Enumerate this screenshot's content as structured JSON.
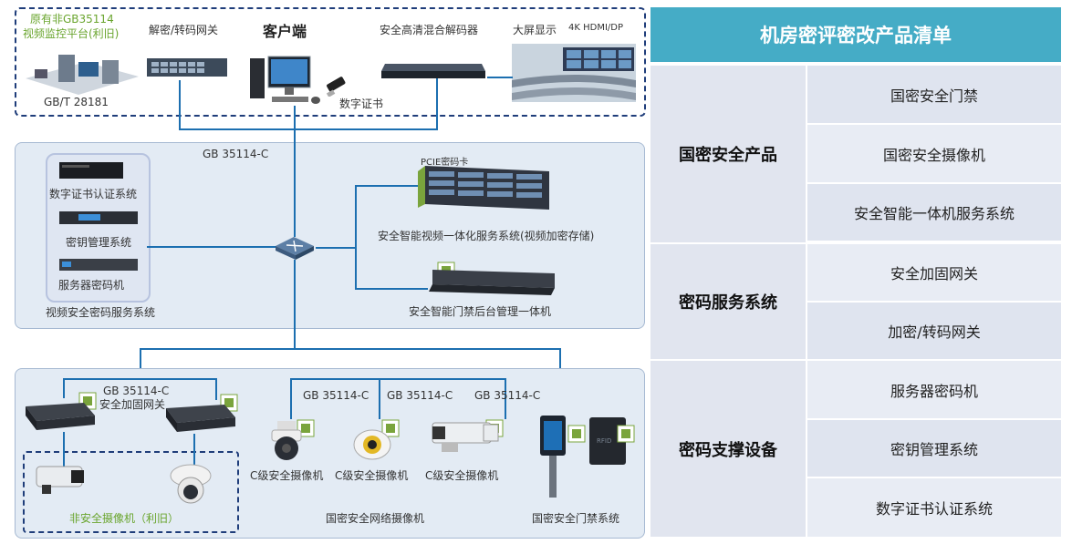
{
  "title": "机房密评密改产品清单",
  "colors": {
    "header": "#45acc6",
    "line": "#1c6fb0",
    "green": "#6aa52e"
  },
  "top": {
    "legacy_platform": [
      "原有非GB35114",
      "视频监控平台(利旧)"
    ],
    "gb28181": "GB/T 28181",
    "gateway": "解密/转码网关",
    "client": "客户端",
    "digital_cert": "数字证书",
    "decoder": "安全高清混合解码器",
    "bigscreen": "大屏显示",
    "hdmi": "4K HDMI/DP"
  },
  "middle": {
    "protocol": "GB 35114-C",
    "cert_system": "数字证书认证系统",
    "key_mgmt": "密钥管理系统",
    "server_crypto": "服务器密码机",
    "crypto_service": "视频安全密码服务系统",
    "pcie": "PCIE密码卡",
    "video_server": "安全智能视频一体化服务系统(视频加密存储)",
    "door_server": "安全智能门禁后台管理一体机"
  },
  "bottom": {
    "gateway_proto": "GB 35114-C",
    "gateway_label": "安全加固网关",
    "non_secure": "非安全摄像机（利旧）",
    "cam_proto": [
      "GB 35114-C",
      "GB 35114-C",
      "GB 35114-C"
    ],
    "cam_labels": [
      "C级安全摄像机",
      "C级安全摄像机",
      "C级安全摄像机"
    ],
    "network_cams": "国密安全网络摄像机",
    "door_system": "国密安全门禁系统"
  },
  "table": [
    {
      "group": "国密安全产品",
      "items": [
        "国密安全门禁",
        "国密安全摄像机",
        "安全智能一体机服务系统"
      ]
    },
    {
      "group": "密码服务系统",
      "items": [
        "安全加固网关",
        "加密/转码网关"
      ]
    },
    {
      "group": "密码支撑设备",
      "items": [
        "服务器密码机",
        "密钥管理系统",
        "数字证书认证系统"
      ]
    }
  ]
}
